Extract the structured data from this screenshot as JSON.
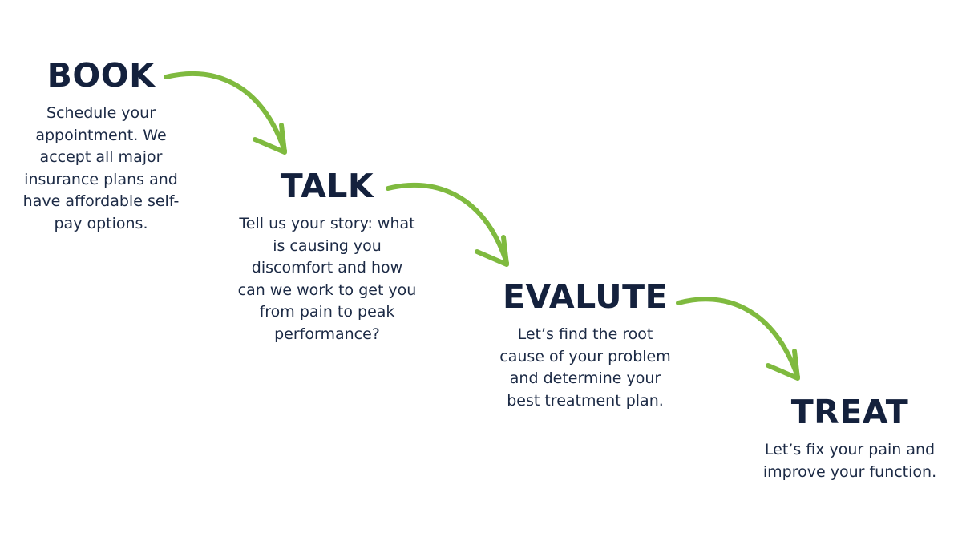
{
  "colors": {
    "title": "#14213d",
    "text": "#1c2a45",
    "arrow": "#7fba3f",
    "background": "#ffffff"
  },
  "steps": [
    {
      "title": "BOOK",
      "description_lines": [
        "Schedule your",
        "appointment. We",
        "accept all major",
        "insurance plans and",
        "have affordable self-",
        "pay options."
      ]
    },
    {
      "title": "TALK",
      "description_lines": [
        "Tell us your story: what",
        "is causing you",
        "discomfort and how",
        "can we work to get you",
        "from pain to peak",
        "performance?"
      ]
    },
    {
      "title": "EVALUTE",
      "description_lines": [
        "Let’s find the root",
        "cause of your problem",
        "and determine your",
        "best treatment plan."
      ]
    },
    {
      "title": "TREAT",
      "description_lines": [
        "Let’s fix your pain and",
        "improve your function."
      ]
    }
  ],
  "arrows": [
    {
      "from": "BOOK",
      "to": "TALK",
      "icon": "curved-arrow-icon"
    },
    {
      "from": "TALK",
      "to": "EVALUTE",
      "icon": "curved-arrow-icon"
    },
    {
      "from": "EVALUTE",
      "to": "TREAT",
      "icon": "curved-arrow-icon"
    }
  ]
}
